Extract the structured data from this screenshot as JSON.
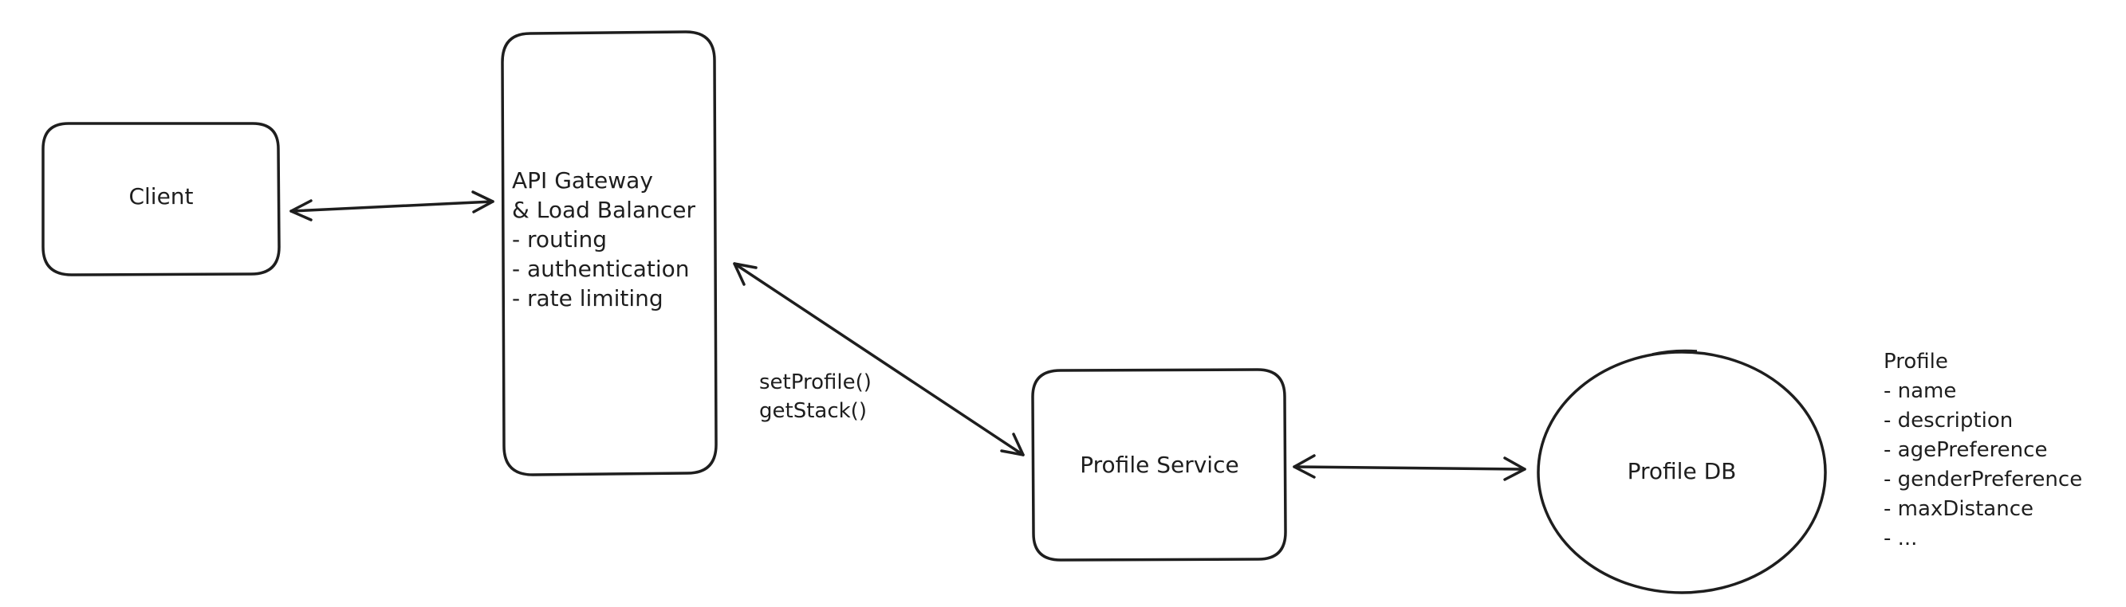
{
  "nodes": {
    "client": {
      "label": "Client"
    },
    "gateway": {
      "lines": [
        "API Gateway",
        "& Load Balancer",
        "- routing",
        "- authentication",
        "- rate limiting"
      ]
    },
    "profile_service": {
      "label": "Profile Service"
    },
    "profile_db": {
      "label": "Profile DB"
    }
  },
  "annotations": {
    "api_calls": [
      "setProfile()",
      "getStack()"
    ],
    "profile_schema": [
      "Profile",
      "- name",
      "- description",
      "- agePreference",
      "- genderPreference",
      "- maxDistance",
      "- ..."
    ]
  },
  "edges": [
    {
      "from": "client",
      "to": "gateway",
      "direction": "both"
    },
    {
      "from": "gateway",
      "to": "profile_service",
      "direction": "both"
    },
    {
      "from": "profile_service",
      "to": "profile_db",
      "direction": "both"
    }
  ]
}
